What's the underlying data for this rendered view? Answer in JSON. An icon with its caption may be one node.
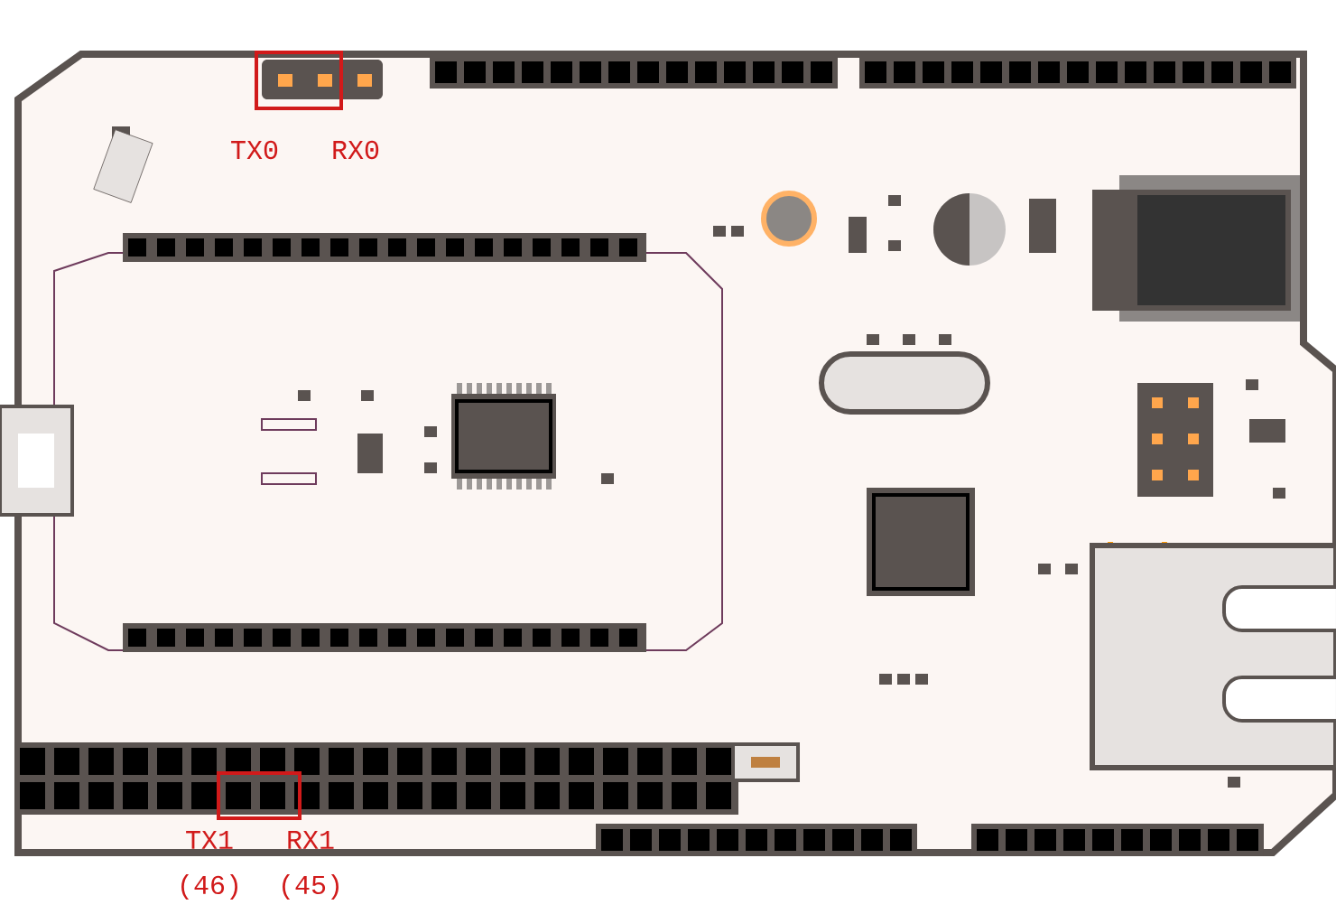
{
  "diagram": {
    "labels": [
      "TX0",
      "RX0",
      "TX1",
      "RX1",
      "(46)",
      "(45)"
    ]
  }
}
